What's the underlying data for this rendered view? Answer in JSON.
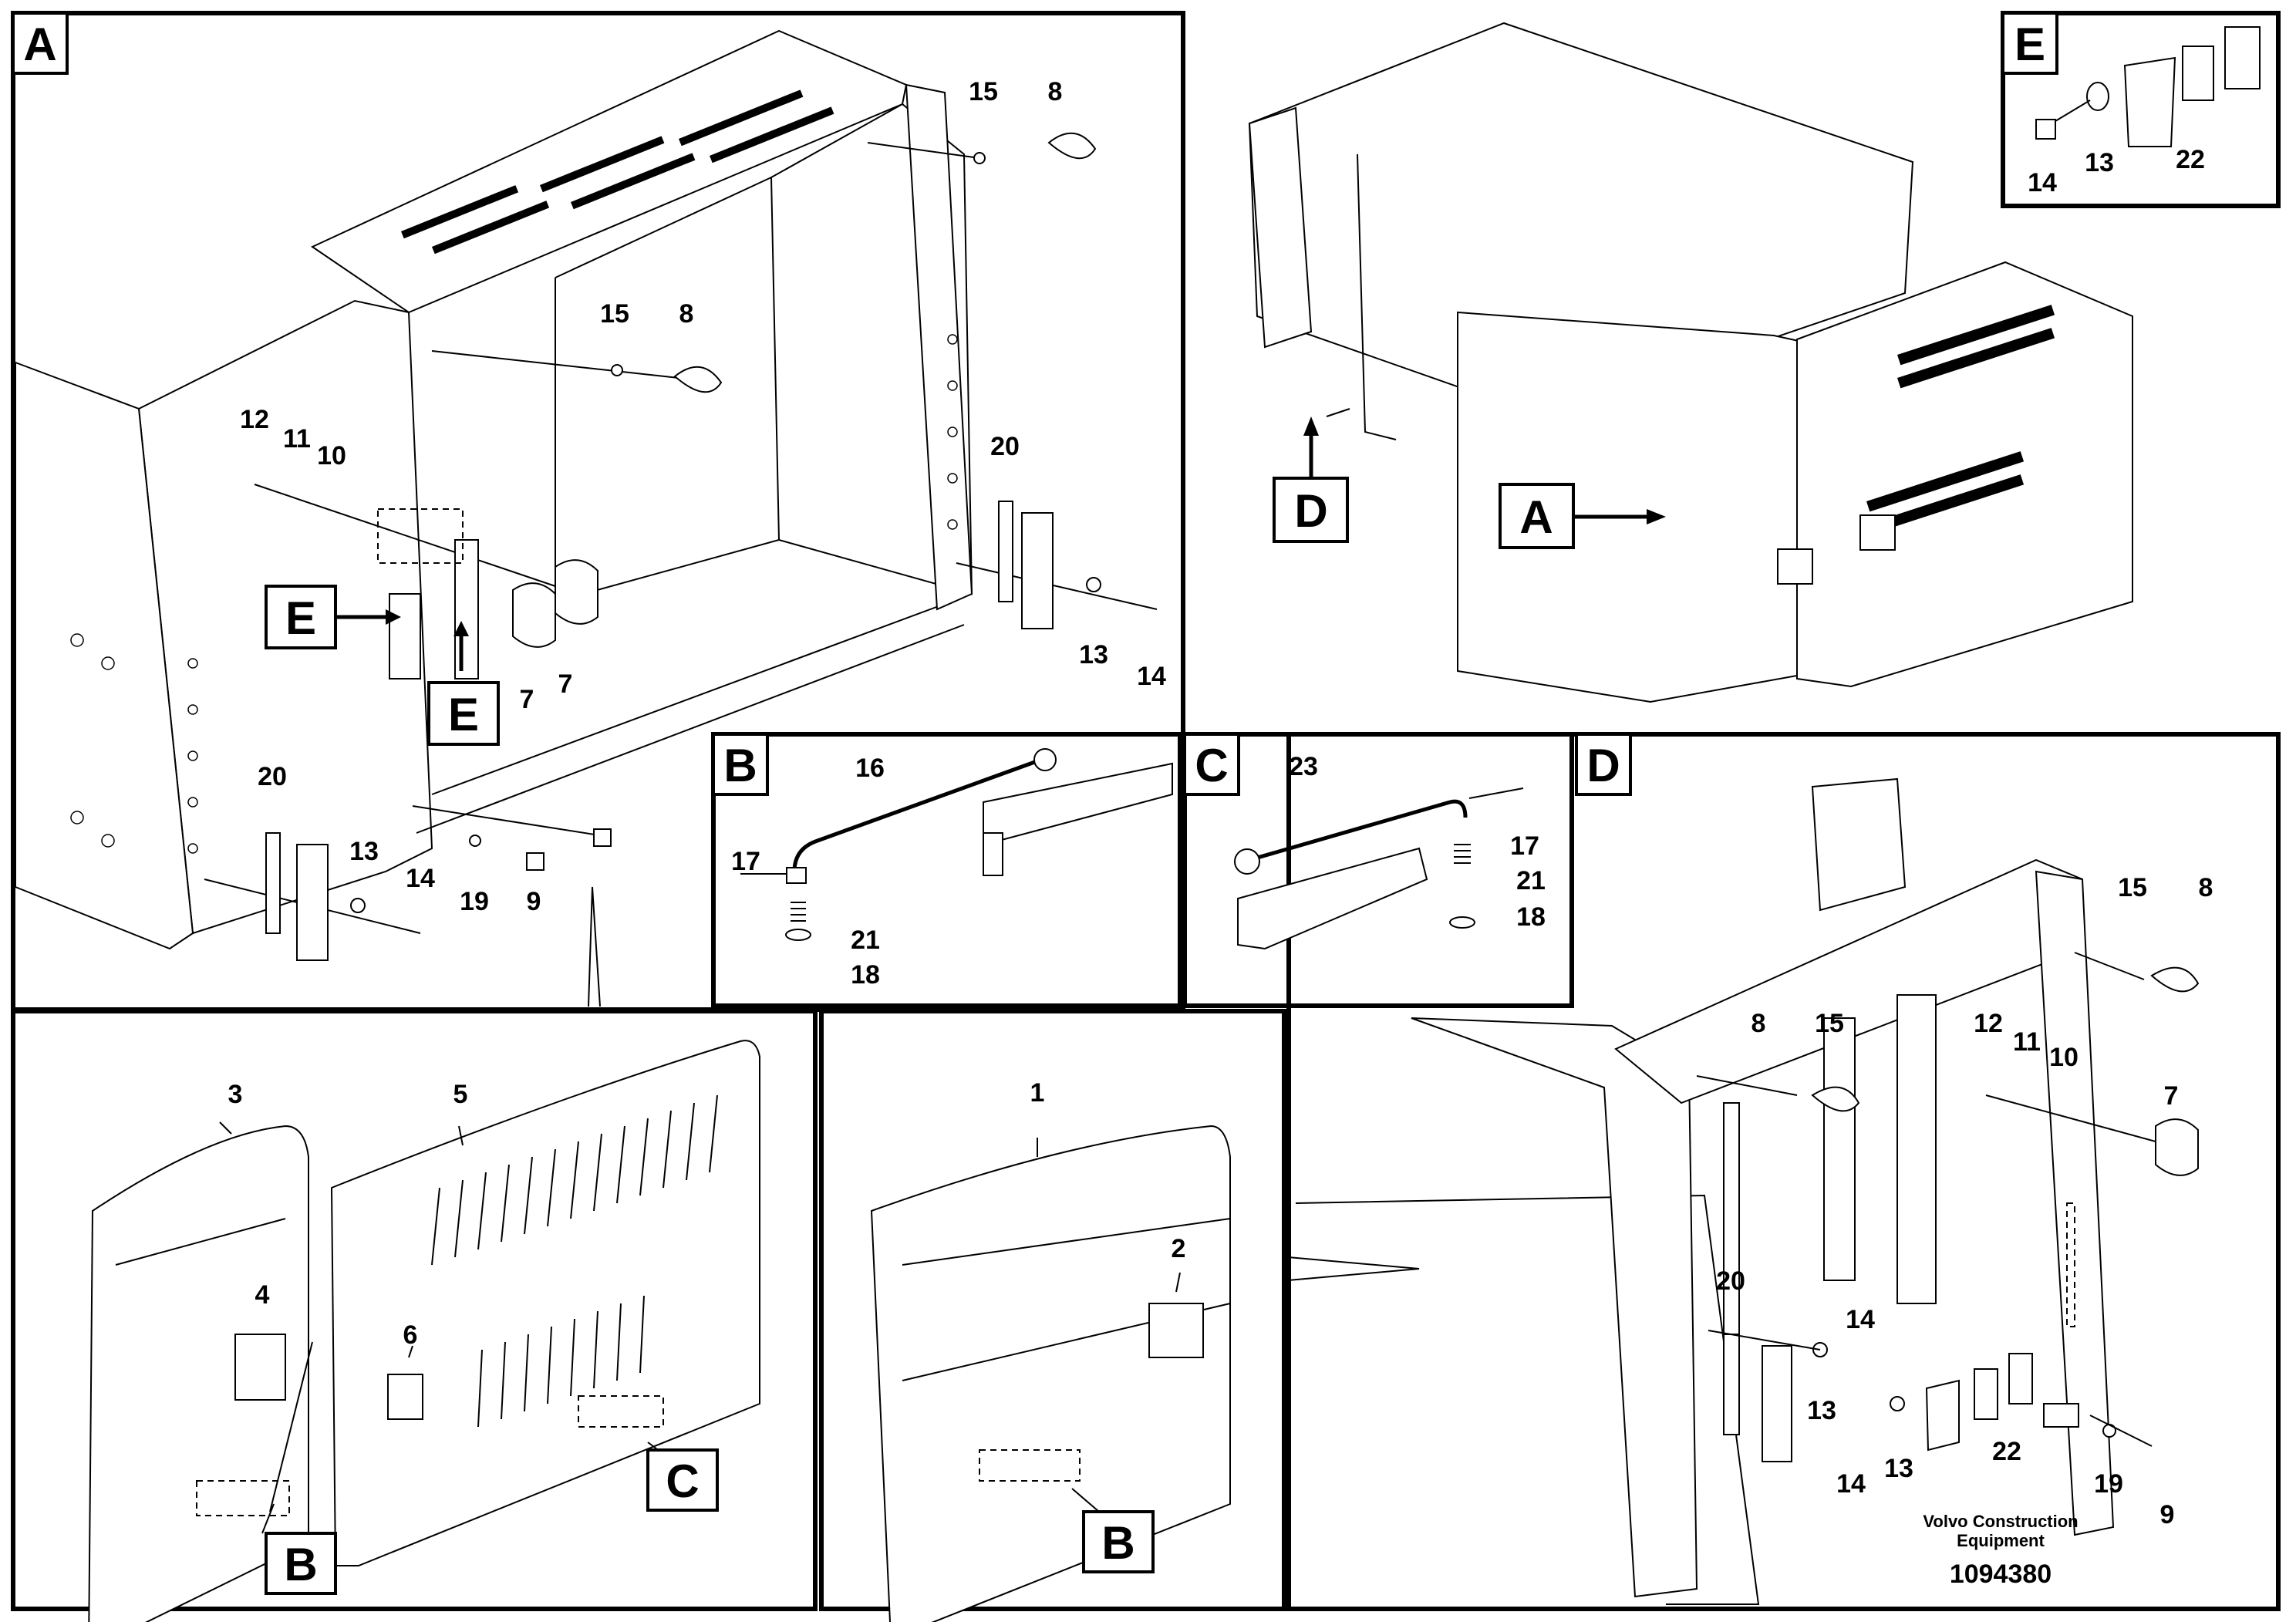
{
  "sections": {
    "A": "A",
    "B": "B",
    "C": "C",
    "D": "D",
    "E": "E"
  },
  "callouts": {
    "a_15_top": "15",
    "a_8_top": "8",
    "a_15_mid": "15",
    "a_8_mid": "8",
    "a_12": "12",
    "a_11": "11",
    "a_10": "10",
    "a_20_right": "20",
    "a_13_right": "13",
    "a_14_right": "14",
    "a_7_left": "7",
    "a_7_right": "7",
    "a_20_left": "20",
    "a_13_left": "13",
    "a_14_left": "14",
    "a_19": "19",
    "a_9": "9",
    "b_16": "16",
    "b_17": "17",
    "b_21": "21",
    "b_18": "18",
    "c_23": "23",
    "c_17": "17",
    "c_21": "21",
    "c_18": "18",
    "e_14": "14",
    "e_13": "13",
    "e_22": "22",
    "p_3": "3",
    "p_4": "4",
    "p_5": "5",
    "p_6": "6",
    "p_1": "1",
    "p_2": "2",
    "d_15_right": "15",
    "d_8_right": "8",
    "d_8_mid": "8",
    "d_15_mid": "15",
    "d_12": "12",
    "d_11": "11",
    "d_10": "10",
    "d_7": "7",
    "d_20": "20",
    "d_14_a": "14",
    "d_13_a": "13",
    "d_14_b": "14",
    "d_13_b": "13",
    "d_22": "22",
    "d_19": "19",
    "d_9": "9"
  },
  "footer": {
    "credit_line1": "Volvo Construction",
    "credit_line2": "Equipment",
    "drawing_number": "1094380"
  },
  "colors": {
    "ink": "#000000",
    "paper": "#ffffff"
  }
}
